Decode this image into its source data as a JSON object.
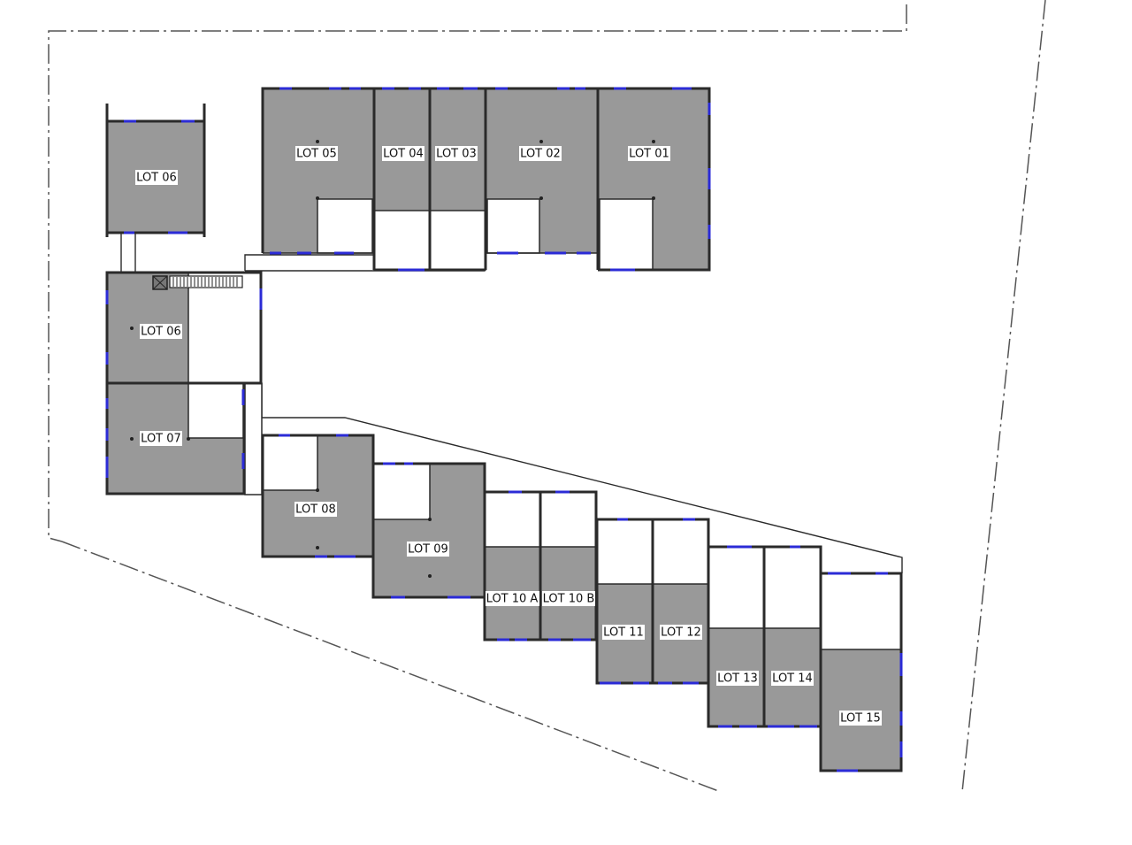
{
  "lots": {
    "lot01": "LOT 01",
    "lot02": "LOT 02",
    "lot03": "LOT 03",
    "lot04": "LOT 04",
    "lot05": "LOT 05",
    "lot06_upper": "LOT 06",
    "lot06_lower": "LOT 06",
    "lot07": "LOT 07",
    "lot08": "LOT 08",
    "lot09": "LOT 09",
    "lot10a": "LOT 10 A",
    "lot10b": "LOT 10 B",
    "lot11": "LOT 11",
    "lot12": "LOT 12",
    "lot13": "LOT 13",
    "lot14": "LOT 14",
    "lot15": "LOT 15"
  },
  "colors": {
    "lot_fill": "#999999",
    "wall": "#2a2a2a",
    "window_marker": "#2b2bd6"
  }
}
